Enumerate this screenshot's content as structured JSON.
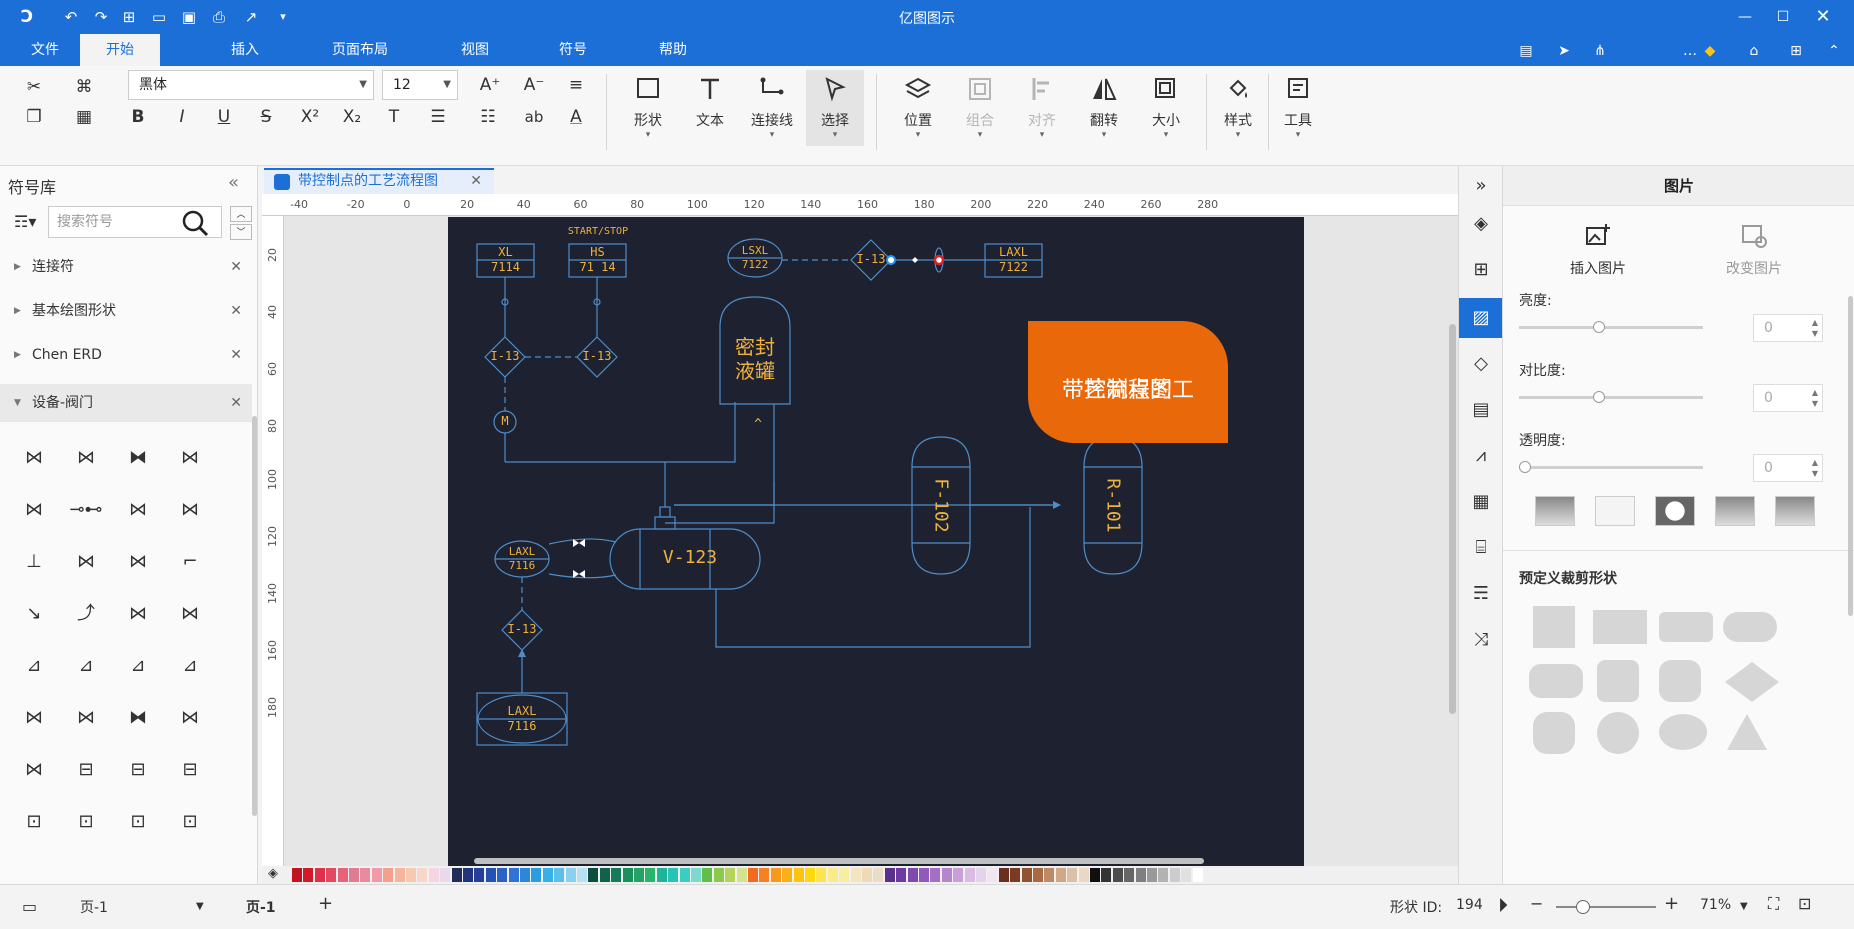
{
  "window": {
    "title": "亿图图示"
  },
  "menu": {
    "tabs": [
      "文件",
      "开始",
      "插入",
      "页面布局",
      "视图",
      "符号",
      "帮助"
    ],
    "active": "开始"
  },
  "ribbon": {
    "font_name": "黑体",
    "font_size": "12",
    "tools": {
      "shape": "形状",
      "text": "文本",
      "connector": "连接线",
      "select": "选择",
      "position": "位置",
      "group": "组合",
      "align": "对齐",
      "flip": "翻转",
      "size": "大小",
      "style": "样式",
      "tools": "工具"
    }
  },
  "left_panel": {
    "title": "符号库",
    "search_placeholder": "搜索符号",
    "libraries": [
      "连接符",
      "基本绘图形状",
      "Chen ERD",
      "设备-阀门"
    ]
  },
  "document": {
    "tab_title": "带控制点的工艺流程图",
    "h_ruler": [
      "-40",
      "-20",
      "0",
      "20",
      "40",
      "60",
      "80",
      "100",
      "120",
      "140",
      "160",
      "180",
      "200",
      "220",
      "240",
      "260",
      "280"
    ],
    "v_ruler": [
      "20",
      "40",
      "60",
      "80",
      "100",
      "120",
      "140",
      "160",
      "180"
    ]
  },
  "diagram": {
    "xl": [
      "XL",
      "7114"
    ],
    "hs": [
      "HS",
      "71 14"
    ],
    "start_stop": "START/STOP",
    "lsxl": [
      "LSXL",
      "7122"
    ],
    "laxl_top": [
      "LAXL",
      "7122"
    ],
    "i13": "I-13",
    "m": "M",
    "tank": [
      "密封",
      "液罐"
    ],
    "caret": "^",
    "callout": [
      "带控制点的工",
      "艺流程图"
    ],
    "f102": "F-102",
    "r101": "R-101",
    "v123": "V-123",
    "laxl_mid": [
      "LAXL",
      "7116"
    ],
    "laxl_bottom": [
      "LAXL",
      "7116"
    ]
  },
  "right_panel": {
    "title": "图片",
    "insert_image": "插入图片",
    "change_image": "改变图片",
    "brightness_label": "亮度:",
    "brightness": "0",
    "contrast_label": "对比度:",
    "contrast": "0",
    "transparency_label": "透明度:",
    "transparency": "0",
    "crop_title": "预定义裁剪形状",
    "brightness_level": 0.4,
    "contrast_level": 0.4,
    "transparency_level": 0.0
  },
  "status": {
    "page_select": "页-1",
    "page_tab": "页-1",
    "add_page": "+",
    "shape_id_label": "形状 ID:",
    "shape_id": "194",
    "zoom": "71%",
    "zoom_minus": "−",
    "zoom_plus": "+"
  },
  "palette": [
    "#c0141f",
    "#d11b2a",
    "#e0314a",
    "#e34a62",
    "#e8627a",
    "#e17a93",
    "#e98ba0",
    "#f09aa7",
    "#f3a08c",
    "#f5b59a",
    "#f6c9b2",
    "#f8d6c8",
    "#f5d5e2",
    "#e9d8ee",
    "#1f2c5a",
    "#22347a",
    "#253f9a",
    "#2352b3",
    "#2a62c6",
    "#3172d6",
    "#2d87d8",
    "#2a9de0",
    "#36b0e6",
    "#5ac0ea",
    "#8bd1ef",
    "#b5e1f4",
    "#0c4d3e",
    "#10624b",
    "#157a56",
    "#1c8f5e",
    "#23a364",
    "#29b36b",
    "#1fb49a",
    "#27c3b6",
    "#3ccdc0",
    "#7bd9ce",
    "#5fbf49",
    "#8cc94a",
    "#b3d459",
    "#d3e28d",
    "#f26a21",
    "#f5811f",
    "#f8981d",
    "#fbb019",
    "#fdc313",
    "#fed70e",
    "#fbe44d",
    "#fbeb86",
    "#f7ef9f",
    "#f3e4c2",
    "#efd9b6",
    "#e9ddc8",
    "#5a2f8d",
    "#6c3aa0",
    "#8049b0",
    "#9159ba",
    "#a46ec4",
    "#b685cd",
    "#c89fd8",
    "#d8bce3",
    "#e6d2eb",
    "#f1e5f2",
    "#6b2f1d",
    "#7d3a22",
    "#925130",
    "#a86a43",
    "#be8a63",
    "#cfa888",
    "#dcc0a5",
    "#e9d8c6",
    "#101010",
    "#333333",
    "#4d4d4d",
    "#666666",
    "#7f7f7f",
    "#999999",
    "#b2b2b2",
    "#cccccc",
    "#e0e0e0",
    "#ffffff"
  ]
}
